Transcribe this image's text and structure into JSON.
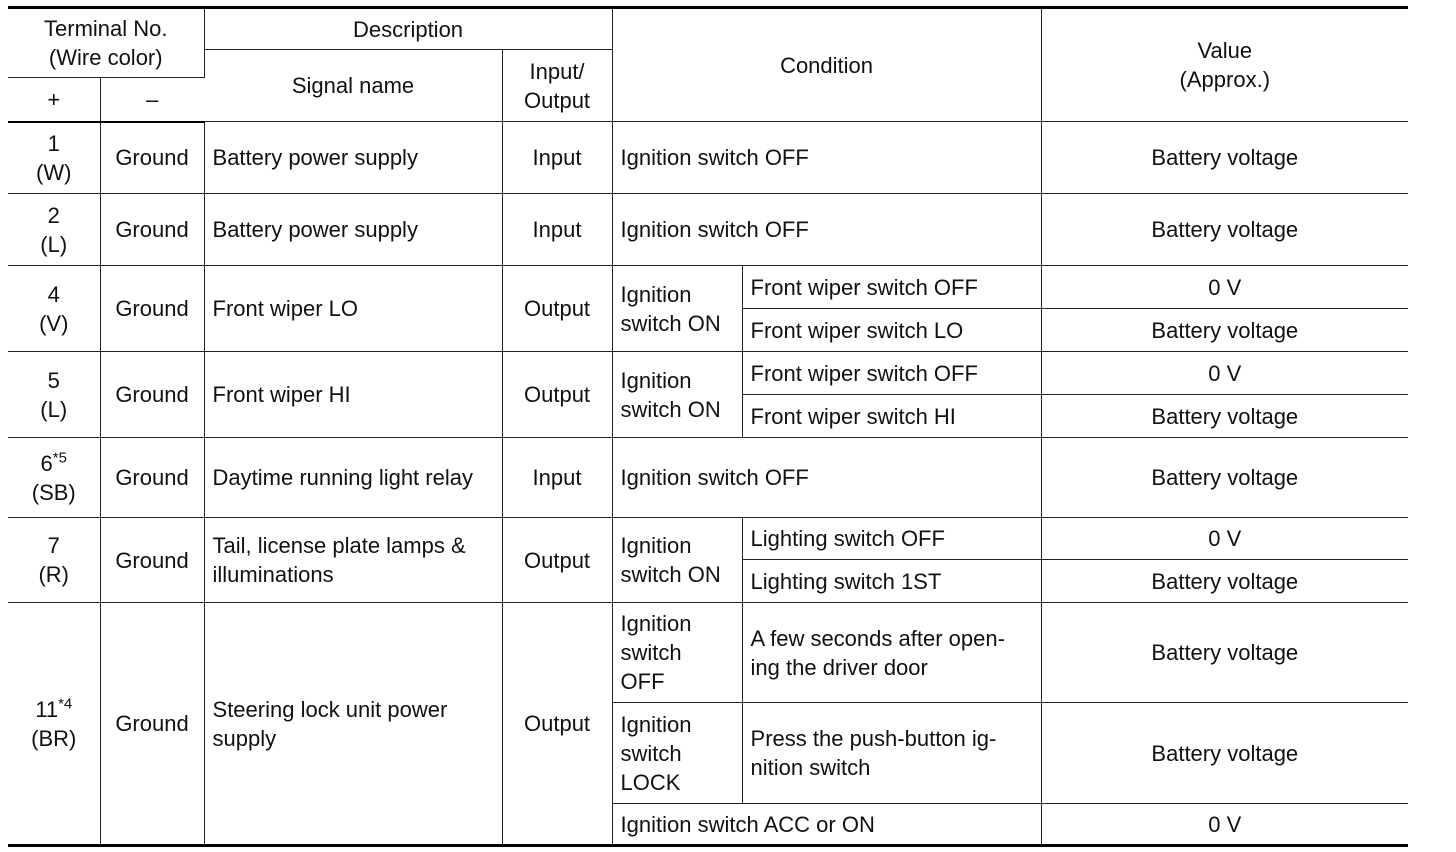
{
  "header": {
    "terminal_no": "Terminal No.\n(Wire color)",
    "description": "Description",
    "condition": "Condition",
    "value": "Value\n(Approx.)",
    "plus": "+",
    "minus": "–",
    "signal_name": "Signal name",
    "input_output": "Input/\nOutput"
  },
  "rows": [
    {
      "terminal": "1",
      "footnote": "",
      "wire": "(W)",
      "ground": "Ground",
      "signal": "Battery power supply",
      "io": "Input",
      "condition": "Ignition switch OFF",
      "value": "Battery voltage"
    },
    {
      "terminal": "2",
      "footnote": "",
      "wire": "(L)",
      "ground": "Ground",
      "signal": "Battery power supply",
      "io": "Input",
      "condition": "Ignition switch OFF",
      "value": "Battery voltage"
    },
    {
      "terminal": "4",
      "footnote": "",
      "wire": "(V)",
      "ground": "Ground",
      "signal": "Front wiper LO",
      "io": "Output",
      "condition": "Ignition\nswitch ON",
      "sub": [
        {
          "condition": "Front wiper switch OFF",
          "value": "0 V"
        },
        {
          "condition": "Front wiper switch LO",
          "value": "Battery voltage"
        }
      ]
    },
    {
      "terminal": "5",
      "footnote": "",
      "wire": "(L)",
      "ground": "Ground",
      "signal": "Front wiper HI",
      "io": "Output",
      "condition": "Ignition\nswitch ON",
      "sub": [
        {
          "condition": "Front wiper switch OFF",
          "value": "0 V"
        },
        {
          "condition": "Front wiper switch HI",
          "value": "Battery voltage"
        }
      ]
    },
    {
      "terminal": "6",
      "footnote": "*5",
      "wire": "(SB)",
      "ground": "Ground",
      "signal": "Daytime running light relay",
      "io": "Input",
      "condition": "Ignition switch OFF",
      "value": "Battery voltage"
    },
    {
      "terminal": "7",
      "footnote": "",
      "wire": "(R)",
      "ground": "Ground",
      "signal": "Tail, license plate lamps &\nilluminations",
      "io": "Output",
      "condition": "Ignition\nswitch ON",
      "sub": [
        {
          "condition": "Lighting switch OFF",
          "value": "0 V"
        },
        {
          "condition": "Lighting switch 1ST",
          "value": "Battery voltage"
        }
      ]
    },
    {
      "terminal": "11",
      "footnote": "*4",
      "wire": "(BR)",
      "ground": "Ground",
      "signal": "Steering lock unit power\nsupply",
      "io": "Output",
      "sub": [
        {
          "state": "Ignition\nswitch\nOFF",
          "condition": "A few seconds after open-\ning the driver door",
          "value": "Battery voltage"
        },
        {
          "state": "Ignition\nswitch\nLOCK",
          "condition": "Press the push-button ig-\nnition switch",
          "value": "Battery voltage"
        },
        {
          "condition": "Ignition switch ACC or ON",
          "value": "0 V"
        }
      ]
    }
  ]
}
